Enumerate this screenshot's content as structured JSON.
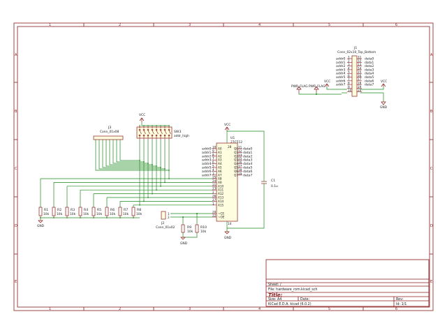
{
  "border": {
    "top_columns": [
      "1",
      "2",
      "3",
      "4",
      "5",
      "6"
    ],
    "left_rows": [
      "A",
      "B",
      "C",
      "D",
      "E"
    ]
  },
  "connector_j1": {
    "ref": "J1",
    "value": "Conn_02x10_Top_Bottom",
    "left_labels": [
      "addr0",
      "addr1",
      "addr2",
      "addr3",
      "addr4",
      "addr5",
      "addr6",
      "addr7"
    ],
    "right_labels": [
      "data0",
      "data1",
      "data2",
      "data3",
      "data4",
      "data5",
      "data6",
      "data7"
    ],
    "left_pins": [
      "1",
      "2",
      "3",
      "4",
      "5",
      "6",
      "7",
      "8",
      "9",
      "10"
    ],
    "right_pins": [
      "11",
      "12",
      "13",
      "14",
      "15",
      "16",
      "17",
      "18",
      "19",
      "20"
    ]
  },
  "power": {
    "pwr_flag_1": "PWR_FLAG",
    "pwr_flag_2": "PWR_FLAG",
    "vcc_j1a": "VCC",
    "vcc_j1b": "VCC",
    "gnd_j1": "GND",
    "vcc_sw": "VCC",
    "vcc_u1": "VCC",
    "gnd_res": "GND",
    "gnd_u1": "GND",
    "gnd_r9": "GND"
  },
  "connector_j3": {
    "ref": "J3",
    "value": "Conn_01x08"
  },
  "switch_sw": {
    "ref": "SW3",
    "value": "addr_high"
  },
  "rom_u1": {
    "ref": "U1",
    "value": "27C512",
    "addr_labels": [
      "addr0",
      "addr1",
      "addr2",
      "addr3",
      "addr4",
      "addr5",
      "addr6",
      "addr7"
    ],
    "addr_pins": [
      "10",
      "9",
      "8",
      "7",
      "6",
      "5",
      "4",
      "3"
    ],
    "data_labels": [
      "data0",
      "data1",
      "data2",
      "data3",
      "data4",
      "data5",
      "data6",
      "data7"
    ],
    "data_pins": [
      "11",
      "12",
      "13",
      "15",
      "16",
      "17",
      "18",
      "19"
    ],
    "left_pin_names": [
      "A0",
      "A1",
      "A2",
      "A3",
      "A4",
      "A5",
      "A6",
      "A7",
      "A8",
      "A9",
      "A10",
      "A11",
      "A12",
      "A13",
      "A14",
      "A15"
    ],
    "high_pins": [
      "25",
      "24",
      "21",
      "23",
      "2",
      "26",
      "27",
      "1"
    ],
    "ctrl_pins": [
      "20",
      "22"
    ],
    "ctrl_names": [
      "~CE",
      "~OE"
    ],
    "right_pin_names": [
      "Q0",
      "Q1",
      "Q2",
      "Q3",
      "Q4",
      "Q5",
      "Q6",
      "Q7"
    ],
    "vcc_pin": "28",
    "gnd_pin": "14"
  },
  "cap_c1": {
    "ref": "C1",
    "value": "0.1u"
  },
  "resistors": [
    {
      "ref": "R1",
      "value": "10k"
    },
    {
      "ref": "R2",
      "value": "10k"
    },
    {
      "ref": "R3",
      "value": "10k"
    },
    {
      "ref": "R4",
      "value": "10k"
    },
    {
      "ref": "R5",
      "value": "10k"
    },
    {
      "ref": "R6",
      "value": "10k"
    },
    {
      "ref": "R7",
      "value": "10k"
    },
    {
      "ref": "R8",
      "value": "10k"
    }
  ],
  "res_r9": {
    "ref": "R9",
    "value": "10k"
  },
  "res_r10": {
    "ref": "R10",
    "value": "10k"
  },
  "connector_j2": {
    "ref": "J2",
    "value": "Conn_01x02"
  },
  "title_block": {
    "sheet": "Sheet: /",
    "file": "File: hardware_rom.kicad_sch",
    "title": "Title:",
    "size": "Size: A4",
    "date": "Date:",
    "rev": "Rev:",
    "kicad": "KiCad E.D.A.  kicad (6.0.2)",
    "id": "Id: 1/1"
  }
}
